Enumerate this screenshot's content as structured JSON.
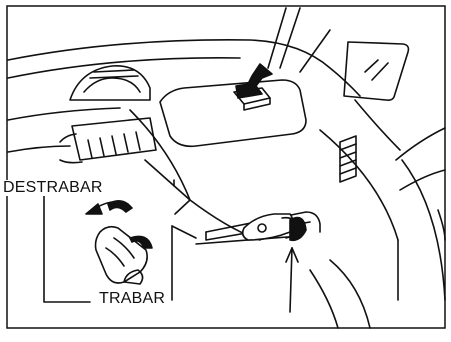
{
  "diagram": {
    "labels": {
      "unlock": "DESTRABAR",
      "lock": "TRABAR"
    },
    "icons": [
      "dashboard-outline",
      "center-air-vent-icon",
      "side-air-vent-icon",
      "glove-box-lid",
      "glove-box-latch",
      "upper-compartment-lid",
      "open-direction-arrow-icon",
      "latch-lock-lever-detail",
      "unlock-rotation-arrow-icon",
      "door-mirror-outline",
      "windshield-pillar-outline"
    ],
    "colors": {
      "line": "#111111",
      "background": "#ffffff"
    }
  }
}
